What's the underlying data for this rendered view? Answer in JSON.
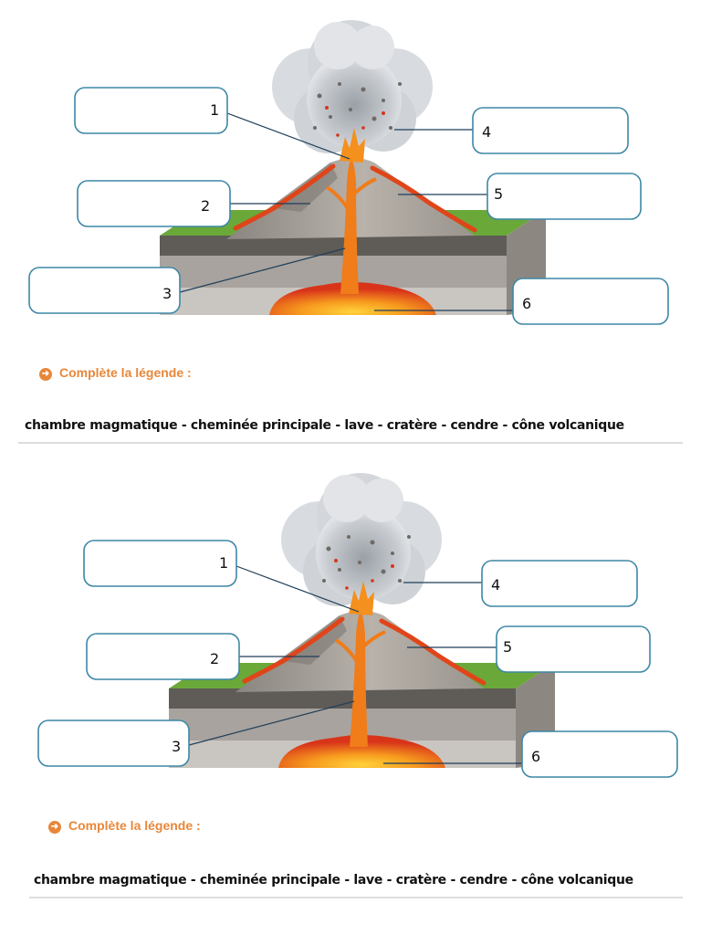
{
  "worksheet": {
    "instruction": "Complète la légende :",
    "word_bank": "chambre magmatique - cheminée principale - lave - cratère - cendre - cône volcanique",
    "labels": [
      "1",
      "2",
      "3",
      "4",
      "5",
      "6"
    ]
  },
  "colors": {
    "box_border": "#3d87a6",
    "instruction": "#e8873a",
    "lava": "#f07c1a",
    "magma": "#e03a1a",
    "grass": "#6aa83a"
  }
}
